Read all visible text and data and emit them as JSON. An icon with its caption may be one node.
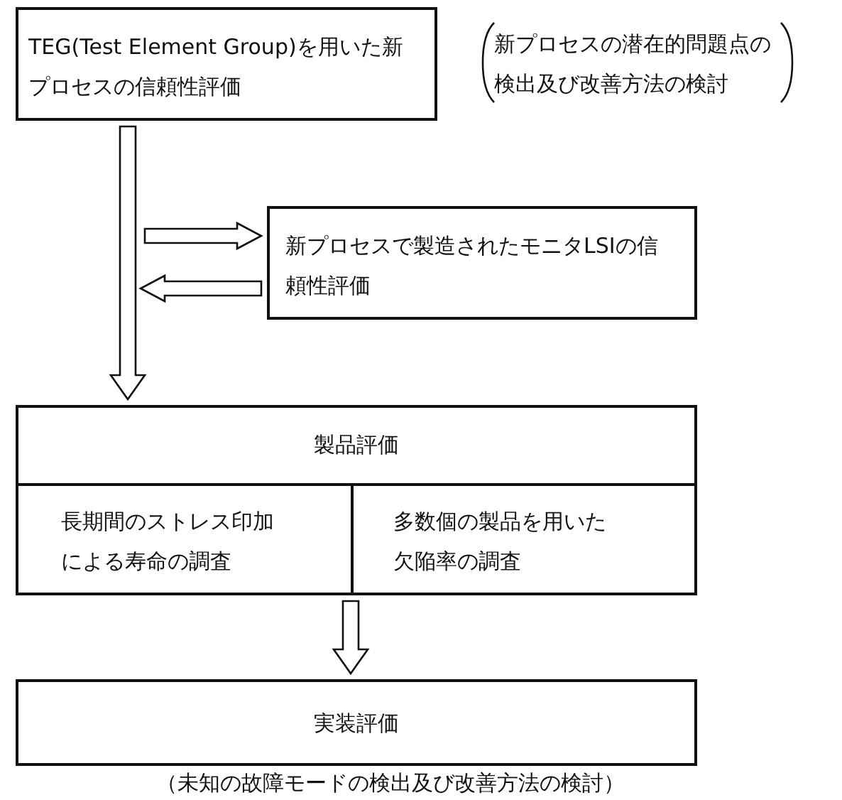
{
  "diagram": {
    "nodes": [
      {
        "text": [
          "TEG(Test Element Group)を用いた新プロセスの信頼性評価"
        ],
        "beside": [
          "新プロセスの潜在的問題点の検出及び改善方法の検討"
        ]
      },
      {
        "text": [
          "新プロセスで製造されたモニタLSIの信頼性評価"
        ]
      },
      {
        "text": [
          "製品評価"
        ]
      },
      {
        "text": [
          "長期間のストレス印加による寿命の調査"
        ],
        "in": 2
      },
      {
        "text": [
          "多数個の製品を用いた欠陥率の調査"
        ],
        "in": 2
      },
      {
        "text": [
          "実装評価"
        ],
        "beside": [
          "（未知の故障モードの検出及び改善方法の検討）"
        ]
      }
    ],
    "edges": [
      {
        "from": 0,
        "to": 2,
        "arrow": "to"
      },
      {
        "from": null,
        "to": 1,
        "arrow": "to"
      },
      {
        "from": 1,
        "to": null,
        "arrow": "to"
      },
      {
        "from": 2,
        "to": 5,
        "arrow": "to"
      }
    ]
  }
}
